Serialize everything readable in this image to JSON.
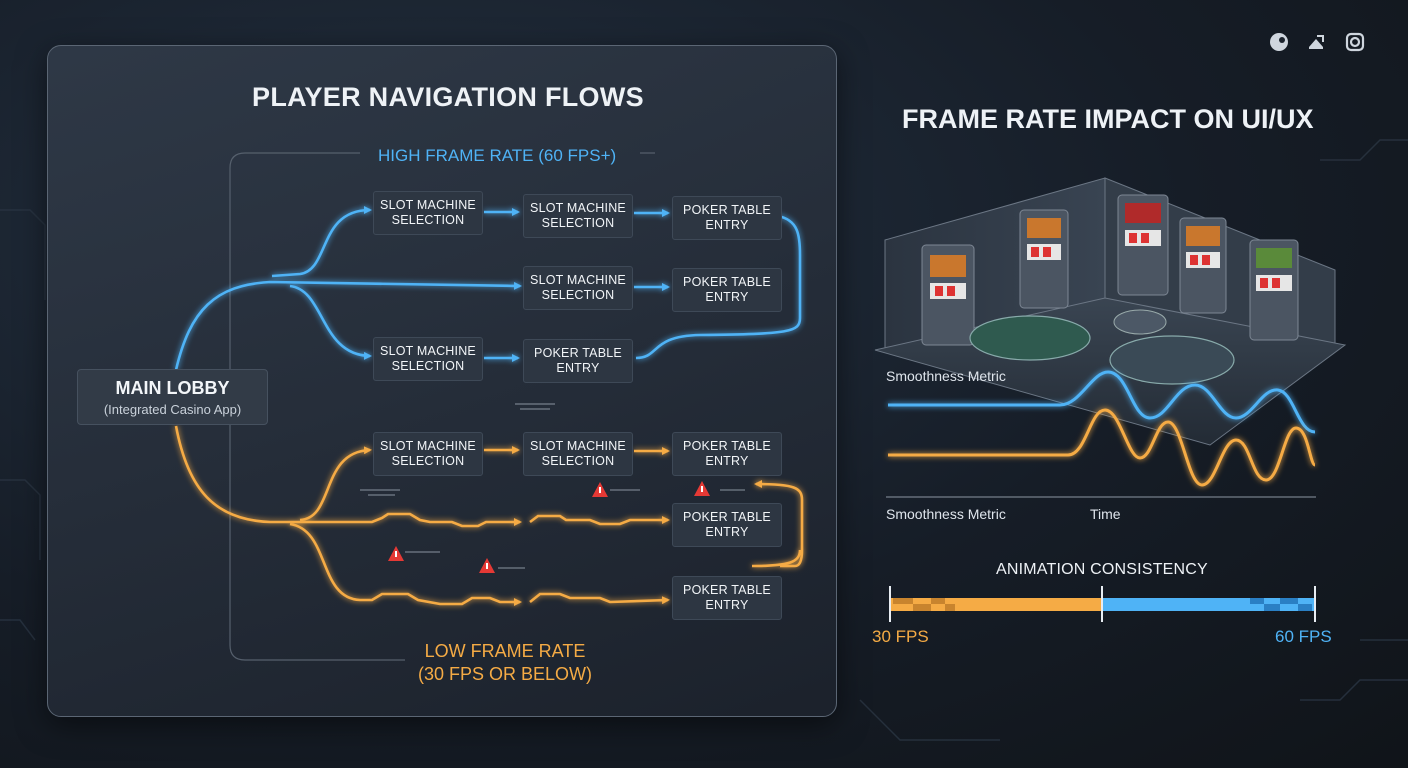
{
  "left_panel": {
    "title": "PLAYER NAVIGATION FLOWS",
    "high_label": "HIGH FRAME RATE (60 FPS+)",
    "low_label_line1": "LOW FRAME RATE",
    "low_label_line2": "(30 FPS OR BELOW)",
    "lobby": {
      "title": "MAIN LOBBY",
      "subtitle": "(Integrated Casino App)"
    },
    "nodes": {
      "slot_line1": "SLOT MACHINE",
      "slot_line2": "SELECTION",
      "poker_line1": "POKER TABLE",
      "poker_line2": "ENTRY"
    }
  },
  "right_panel": {
    "title": "FRAME RATE IMPACT ON UI/UX",
    "smoothness_top": "Smoothness Metric",
    "smoothness_bottom": "Smoothness Metric",
    "time_label": "Time",
    "animation_title": "ANIMATION CONSISTENCY",
    "fps_low": "30 FPS",
    "fps_high": "60 FPS"
  },
  "colors": {
    "high_fps": "#4fb3f6",
    "low_fps": "#f5ab45",
    "warning": "#e53935"
  },
  "icons": [
    "palette-icon",
    "share-icon",
    "instagram-icon"
  ]
}
